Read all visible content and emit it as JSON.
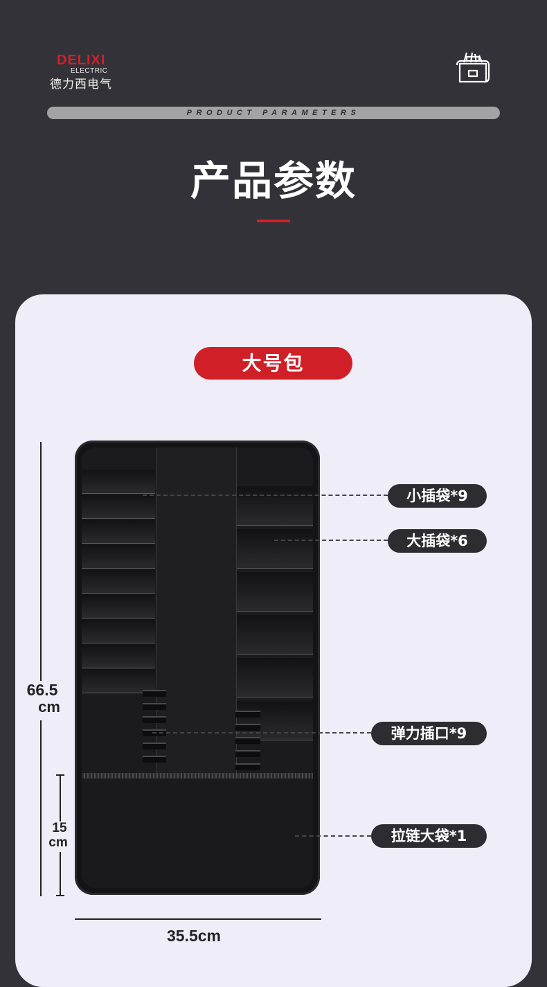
{
  "brand": {
    "name": "DELIXI",
    "sub": "ELECTRIC",
    "cn": "德力西电气"
  },
  "header": {
    "params_label": "PRODUCT PARAMETERS",
    "title": "产品参数"
  },
  "product": {
    "variant_label": "大号包"
  },
  "dimensions": {
    "height_total": "66.5",
    "height_total_unit": "cm",
    "height_pocket": "15",
    "height_pocket_unit": "cm",
    "width": "35.5cm"
  },
  "callouts": [
    {
      "label": "小插袋*9"
    },
    {
      "label": "大插袋*6"
    },
    {
      "label": "弹力插口*9"
    },
    {
      "label": "拉链大袋*1"
    }
  ],
  "colors": {
    "background": "#333238",
    "panel": "#efedf8",
    "accent": "#d01f27",
    "callout_bg": "#2c2c31"
  },
  "icons": {
    "top_right": "tool-bag-icon"
  }
}
